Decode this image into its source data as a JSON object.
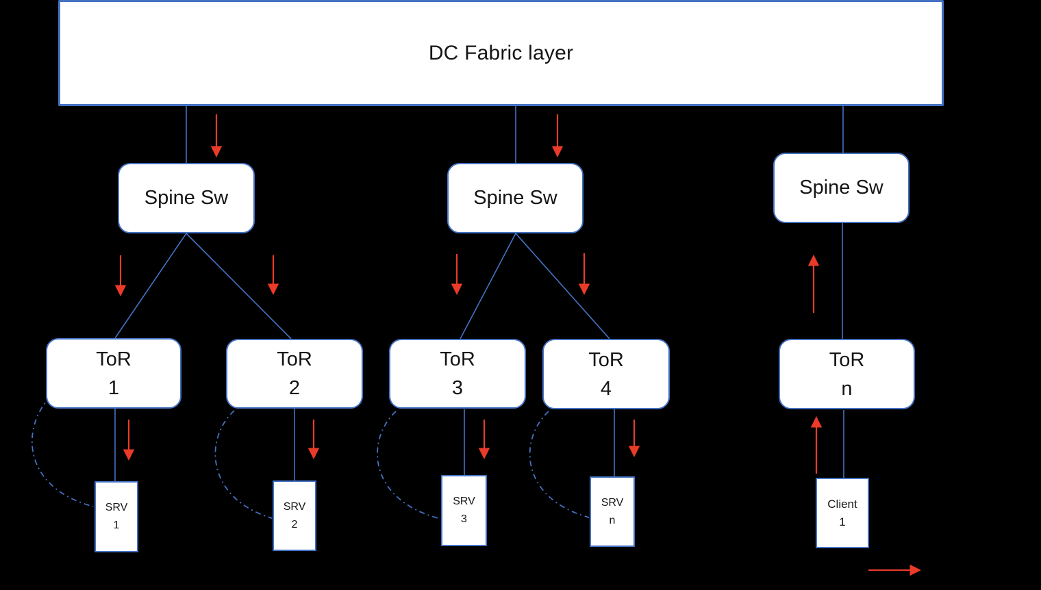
{
  "fabric": {
    "label": "DC Fabric layer"
  },
  "spines": [
    {
      "label": "Spine Sw"
    },
    {
      "label": "Spine Sw"
    },
    {
      "label": "Spine Sw"
    }
  ],
  "tors": [
    {
      "name": "ToR",
      "id": "1"
    },
    {
      "name": "ToR",
      "id": "2"
    },
    {
      "name": "ToR",
      "id": "3"
    },
    {
      "name": "ToR",
      "id": "4"
    },
    {
      "name": "ToR",
      "id": "n"
    }
  ],
  "endpoints": [
    {
      "name": "SRV",
      "id": "1"
    },
    {
      "name": "SRV",
      "id": "2"
    },
    {
      "name": "SRV",
      "id": "3"
    },
    {
      "name": "SRV",
      "id": "n"
    },
    {
      "name": "Client",
      "id": "1"
    }
  ],
  "colors": {
    "background": "#000000",
    "node_fill": "#ffffff",
    "node_border": "#4472c4",
    "connector": "#4472c4",
    "arrow": "#ea3b28"
  }
}
